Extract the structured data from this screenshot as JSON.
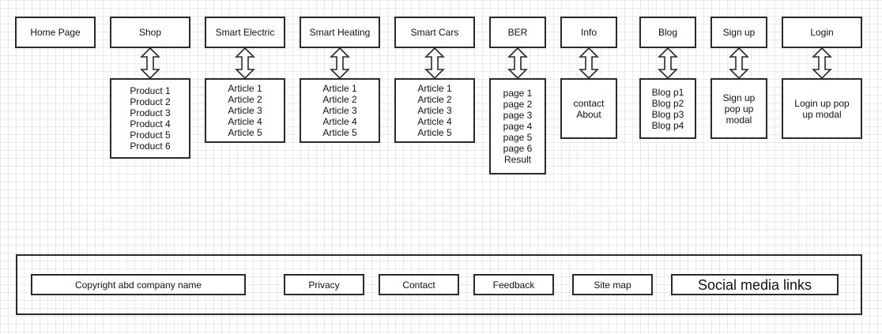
{
  "nav": [
    {
      "label": "Home Page",
      "items": []
    },
    {
      "label": "Shop",
      "items": [
        "Product 1",
        "Product 2",
        "Product 3",
        "Product 4",
        "Product 5",
        "Product 6"
      ]
    },
    {
      "label": "Smart Electric",
      "items": [
        "Article 1",
        "Article 2",
        "Article 3",
        "Article 4",
        "Article 5"
      ]
    },
    {
      "label": "Smart Heating",
      "items": [
        "Article 1",
        "Article 2",
        "Article 3",
        "Article 4",
        "Article 5"
      ]
    },
    {
      "label": "Smart Cars",
      "items": [
        "Article 1",
        "Article 2",
        "Article 3",
        "Article 4",
        "Article 5"
      ]
    },
    {
      "label": "BER",
      "items": [
        "page 1",
        "page 2",
        "page 3",
        "page 4",
        "page 5",
        "page 6",
        "Result"
      ]
    },
    {
      "label": "Info",
      "items": [
        "contact",
        "About"
      ]
    },
    {
      "label": "Blog",
      "items": [
        "Blog p1",
        "Blog p2",
        "Blog p3",
        "Blog p4"
      ]
    },
    {
      "label": "Sign up",
      "items": [
        "Sign up",
        "pop up",
        "modal"
      ]
    },
    {
      "label": "Login",
      "items": [
        "Login up pop",
        "up modal"
      ]
    }
  ],
  "footer": {
    "copyright": "Copyright abd company name",
    "privacy": "Privacy",
    "contact": "Contact",
    "feedback": "Feedback",
    "sitemap": "Site map",
    "social": "Social media links"
  },
  "icons": {
    "connector": "double-arrow-icon"
  }
}
